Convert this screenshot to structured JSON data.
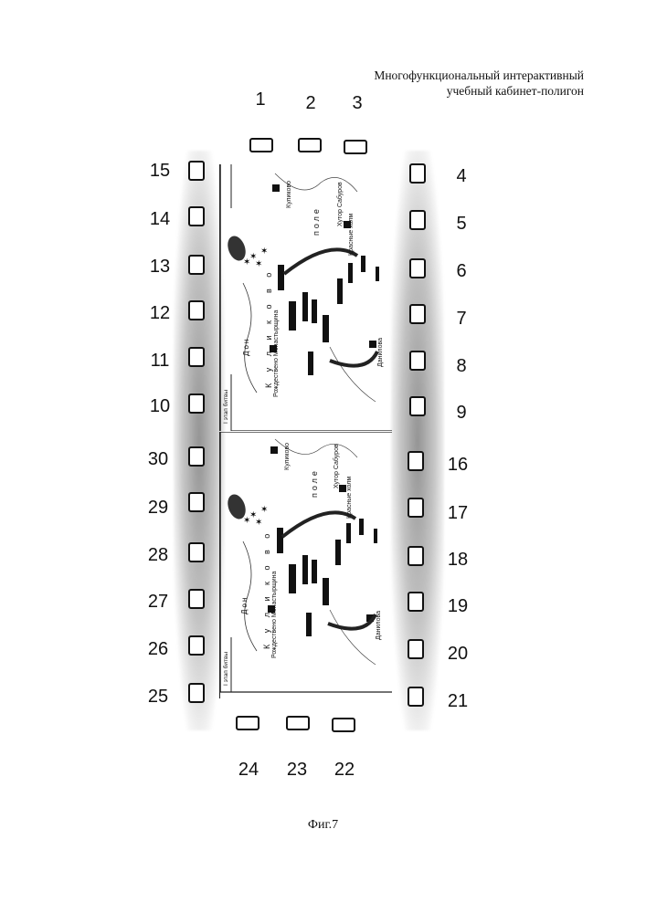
{
  "header": {
    "line1": "Многофункциональный интерактивный",
    "line2": "учебный кабинет-полигон"
  },
  "numbers": {
    "top": [
      "1",
      "2",
      "3"
    ],
    "right": [
      "4",
      "5",
      "6",
      "7",
      "8",
      "9",
      "16",
      "17",
      "18",
      "19",
      "20",
      "21"
    ],
    "left": [
      "15",
      "14",
      "13",
      "12",
      "11",
      "10",
      "30",
      "29",
      "28",
      "27",
      "26",
      "25"
    ],
    "bottom": [
      "24",
      "23",
      "22"
    ]
  },
  "frames": [
    {
      "labels": {
        "kulikovo": "Куликово",
        "khutor": "Хутор Сабуров",
        "krasnye": "Красные холм",
        "danilovo": "Данилова",
        "rozhdestveno": "Рождествено Монастырщина",
        "stage": "I этап битвы",
        "field": "поле",
        "kulikovo_field": "К у л и к о в о",
        "don": "Дон"
      }
    },
    {
      "labels": {
        "kulikovo": "Куликово",
        "khutor": "Хутор Сабуров",
        "krasnye": "Красные холм",
        "danilovo": "Данилова",
        "rozhdestveno": "Рождествено Монастырщина",
        "stage": "I этап битвы",
        "field": "поле",
        "kulikovo_field": "К у л и к о в о",
        "don": "Дон"
      }
    }
  ],
  "caption": "Фиг.7"
}
